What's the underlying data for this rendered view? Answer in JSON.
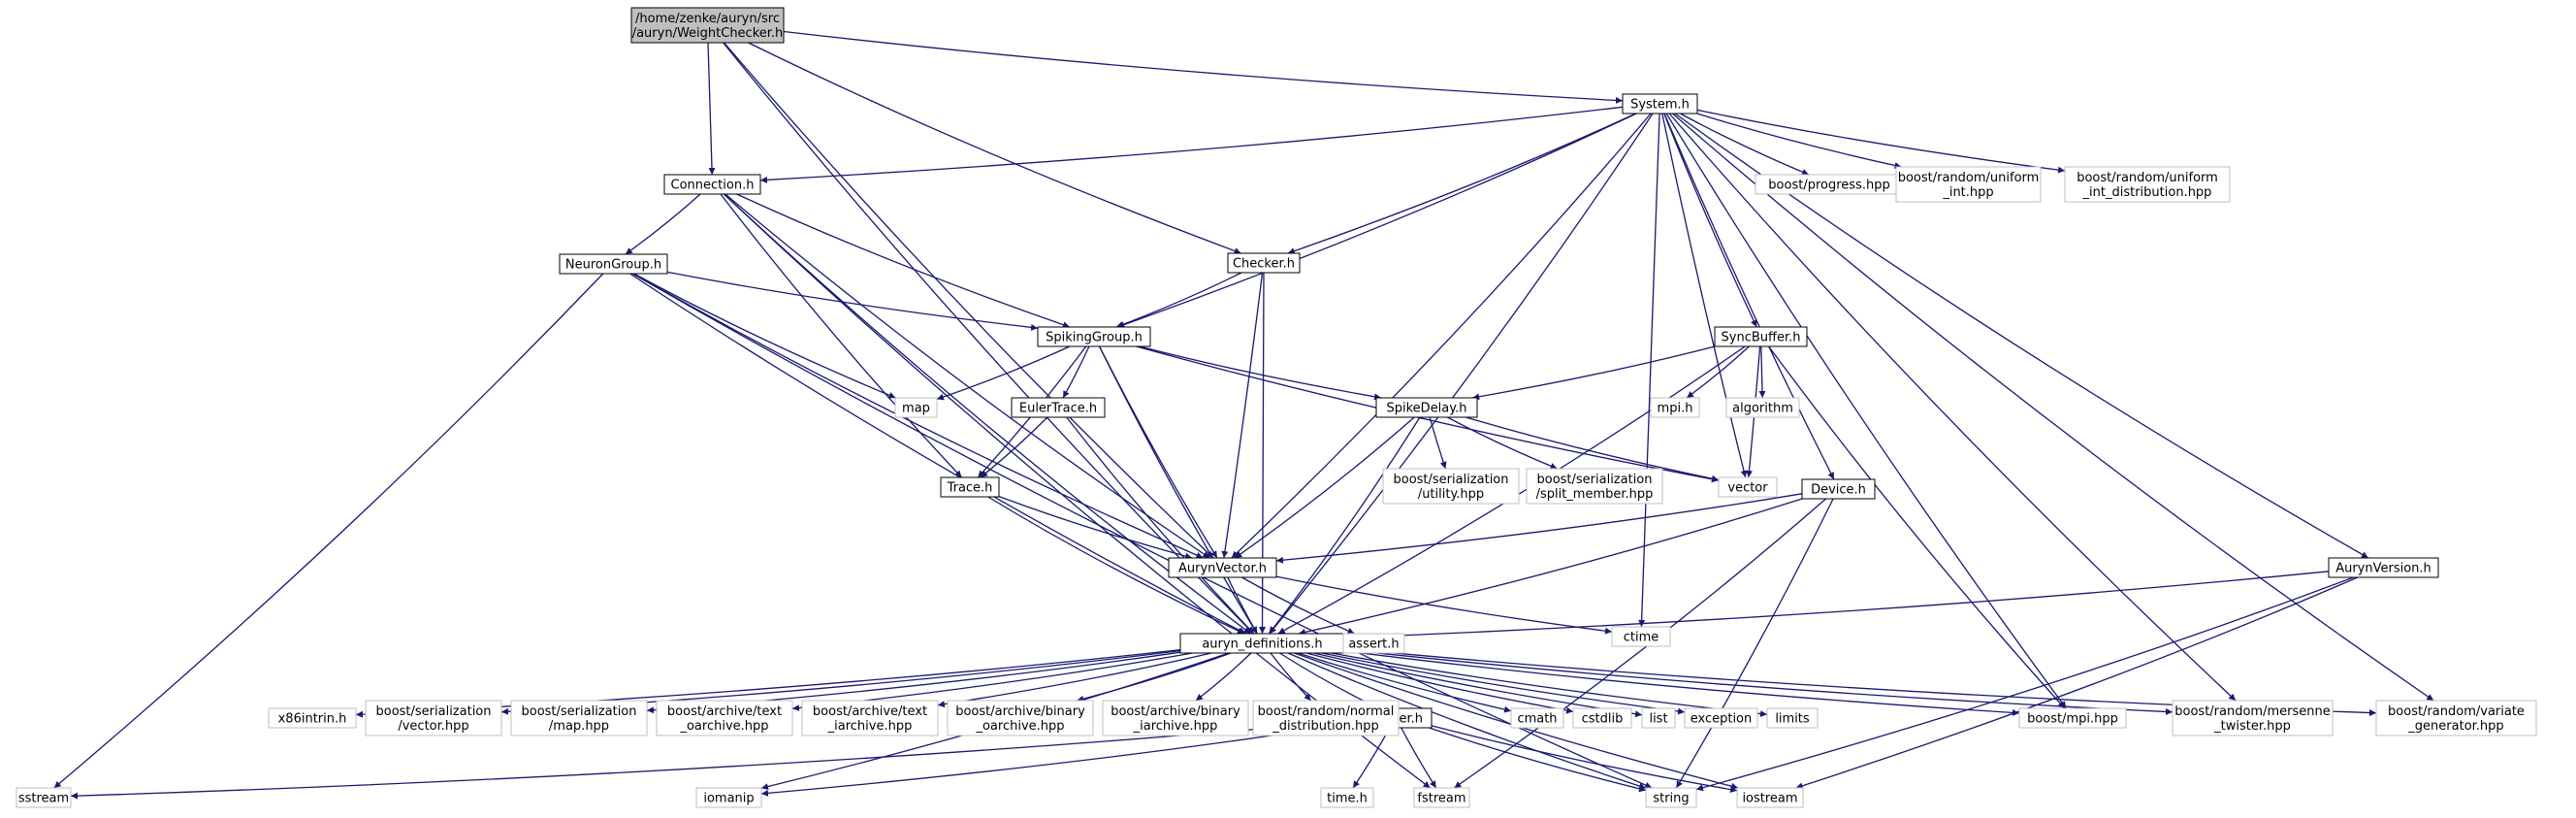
{
  "diagram": {
    "colors": {
      "edge": "#191970",
      "project_border": "#000000",
      "system_border": "#bfbfbf",
      "root_fill": "#bfbfbf"
    },
    "nodes": [
      {
        "id": "weightchecker",
        "kind": "root",
        "lines": [
          "/home/zenke/auryn/src",
          "/auryn/WeightChecker.h"
        ]
      },
      {
        "id": "system",
        "kind": "project",
        "lines": [
          "System.h"
        ]
      },
      {
        "id": "connection",
        "kind": "project",
        "lines": [
          "Connection.h"
        ]
      },
      {
        "id": "checker",
        "kind": "project",
        "lines": [
          "Checker.h"
        ]
      },
      {
        "id": "neurongroup",
        "kind": "project",
        "lines": [
          "NeuronGroup.h"
        ]
      },
      {
        "id": "spikinggroup",
        "kind": "project",
        "lines": [
          "SpikingGroup.h"
        ]
      },
      {
        "id": "synсbuffer",
        "kind": "project",
        "lines": [
          "SyncBuffer.h"
        ]
      },
      {
        "id": "eulertrace",
        "kind": "project",
        "lines": [
          "EulerTrace.h"
        ]
      },
      {
        "id": "spikedelay",
        "kind": "project",
        "lines": [
          "SpikeDelay.h"
        ]
      },
      {
        "id": "trace",
        "kind": "project",
        "lines": [
          "Trace.h"
        ]
      },
      {
        "id": "device",
        "kind": "project",
        "lines": [
          "Device.h"
        ]
      },
      {
        "id": "aurynversion",
        "kind": "project",
        "lines": [
          "AurynVersion.h"
        ]
      },
      {
        "id": "aurynvector",
        "kind": "project",
        "lines": [
          "AurynVector.h"
        ]
      },
      {
        "id": "auryndefs",
        "kind": "project",
        "lines": [
          "auryn_definitions.h"
        ]
      },
      {
        "id": "logger",
        "kind": "project",
        "lines": [
          "Logger.h"
        ]
      },
      {
        "id": "progress",
        "kind": "system",
        "lines": [
          "boost/progress.hpp"
        ]
      },
      {
        "id": "uniformint",
        "kind": "system",
        "lines": [
          "boost/random/uniform",
          "_int.hpp"
        ]
      },
      {
        "id": "uniformintdist",
        "kind": "system",
        "lines": [
          "boost/random/uniform",
          "_int_distribution.hpp"
        ]
      },
      {
        "id": "map",
        "kind": "system",
        "lines": [
          "map"
        ]
      },
      {
        "id": "mpih",
        "kind": "system",
        "lines": [
          "mpi.h"
        ]
      },
      {
        "id": "algorithm",
        "kind": "system",
        "lines": [
          "algorithm"
        ]
      },
      {
        "id": "vector",
        "kind": "system",
        "lines": [
          "vector"
        ]
      },
      {
        "id": "serutility",
        "kind": "system",
        "lines": [
          "boost/serialization",
          "/utility.hpp"
        ]
      },
      {
        "id": "sersplit",
        "kind": "system",
        "lines": [
          "boost/serialization",
          "/split_member.hpp"
        ]
      },
      {
        "id": "asserth",
        "kind": "system",
        "lines": [
          "assert.h"
        ]
      },
      {
        "id": "ctime",
        "kind": "system",
        "lines": [
          "ctime"
        ]
      },
      {
        "id": "x86intrin",
        "kind": "system",
        "lines": [
          "x86intrin.h"
        ]
      },
      {
        "id": "servector",
        "kind": "system",
        "lines": [
          "boost/serialization",
          "/vector.hpp"
        ]
      },
      {
        "id": "sermap",
        "kind": "system",
        "lines": [
          "boost/serialization",
          "/map.hpp"
        ]
      },
      {
        "id": "textoarchive",
        "kind": "system",
        "lines": [
          "boost/archive/text",
          "_oarchive.hpp"
        ]
      },
      {
        "id": "textiarchive",
        "kind": "system",
        "lines": [
          "boost/archive/text",
          "_iarchive.hpp"
        ]
      },
      {
        "id": "binoarchive",
        "kind": "system",
        "lines": [
          "boost/archive/binary",
          "_oarchive.hpp"
        ]
      },
      {
        "id": "biniarchive",
        "kind": "system",
        "lines": [
          "boost/archive/binary",
          "_iarchive.hpp"
        ]
      },
      {
        "id": "normaldist",
        "kind": "system",
        "lines": [
          "boost/random/normal",
          "_distribution.hpp"
        ]
      },
      {
        "id": "cmath",
        "kind": "system",
        "lines": [
          "cmath"
        ]
      },
      {
        "id": "cstdlib",
        "kind": "system",
        "lines": [
          "cstdlib"
        ]
      },
      {
        "id": "list",
        "kind": "system",
        "lines": [
          "list"
        ]
      },
      {
        "id": "exception",
        "kind": "system",
        "lines": [
          "exception"
        ]
      },
      {
        "id": "limits",
        "kind": "system",
        "lines": [
          "limits"
        ]
      },
      {
        "id": "mpihpp",
        "kind": "system",
        "lines": [
          "boost/mpi.hpp"
        ]
      },
      {
        "id": "mersenne",
        "kind": "system",
        "lines": [
          "boost/random/mersenne",
          "_twister.hpp"
        ]
      },
      {
        "id": "variategen",
        "kind": "system",
        "lines": [
          "boost/random/variate",
          "_generator.hpp"
        ]
      },
      {
        "id": "sstream",
        "kind": "system",
        "lines": [
          "sstream"
        ]
      },
      {
        "id": "iomanip",
        "kind": "system",
        "lines": [
          "iomanip"
        ]
      },
      {
        "id": "timeh",
        "kind": "system",
        "lines": [
          "time.h"
        ]
      },
      {
        "id": "fstream",
        "kind": "system",
        "lines": [
          "fstream"
        ]
      },
      {
        "id": "string",
        "kind": "system",
        "lines": [
          "string"
        ]
      },
      {
        "id": "iostream",
        "kind": "system",
        "lines": [
          "iostream"
        ]
      }
    ],
    "edges": [
      [
        "weightchecker",
        "system"
      ],
      [
        "weightchecker",
        "connection"
      ],
      [
        "weightchecker",
        "checker"
      ],
      [
        "weightchecker",
        "aurynvector"
      ],
      [
        "weightchecker",
        "auryndefs"
      ],
      [
        "system",
        "connection"
      ],
      [
        "system",
        "checker"
      ],
      [
        "system",
        "spikinggroup"
      ],
      [
        "system",
        "aurynvector"
      ],
      [
        "system",
        "auryndefs"
      ],
      [
        "system",
        "synсbuffer"
      ],
      [
        "system",
        "device"
      ],
      [
        "system",
        "aurynversion"
      ],
      [
        "system",
        "vector"
      ],
      [
        "system",
        "ctime"
      ],
      [
        "system",
        "progress"
      ],
      [
        "system",
        "uniformint"
      ],
      [
        "system",
        "uniformintdist"
      ],
      [
        "system",
        "mpihpp"
      ],
      [
        "system",
        "mersenne"
      ],
      [
        "system",
        "variategen"
      ],
      [
        "connection",
        "neurongroup"
      ],
      [
        "connection",
        "spikinggroup"
      ],
      [
        "connection",
        "trace"
      ],
      [
        "connection",
        "aurynvector"
      ],
      [
        "connection",
        "auryndefs"
      ],
      [
        "connection",
        "fstream"
      ],
      [
        "neurongroup",
        "spikinggroup"
      ],
      [
        "neurongroup",
        "map"
      ],
      [
        "neurongroup",
        "aurynvector"
      ],
      [
        "neurongroup",
        "auryndefs"
      ],
      [
        "neurongroup",
        "sstream"
      ],
      [
        "neurongroup",
        "string"
      ],
      [
        "checker",
        "spikinggroup"
      ],
      [
        "checker",
        "aurynvector"
      ],
      [
        "checker",
        "auryndefs"
      ],
      [
        "spikinggroup",
        "map"
      ],
      [
        "spikinggroup",
        "eulertrace"
      ],
      [
        "spikinggroup",
        "trace"
      ],
      [
        "spikinggroup",
        "spikedelay"
      ],
      [
        "spikinggroup",
        "aurynvector"
      ],
      [
        "spikinggroup",
        "auryndefs"
      ],
      [
        "spikinggroup",
        "vector"
      ],
      [
        "eulertrace",
        "trace"
      ],
      [
        "eulertrace",
        "auryndefs"
      ],
      [
        "trace",
        "aurynvector"
      ],
      [
        "trace",
        "auryndefs"
      ],
      [
        "spikedelay",
        "serutility"
      ],
      [
        "spikedelay",
        "sersplit"
      ],
      [
        "spikedelay",
        "vector"
      ],
      [
        "spikedelay",
        "aurynvector"
      ],
      [
        "spikedelay",
        "auryndefs"
      ],
      [
        "synсbuffer",
        "spikedelay"
      ],
      [
        "synсbuffer",
        "mpih"
      ],
      [
        "synсbuffer",
        "algorithm"
      ],
      [
        "synсbuffer",
        "vector"
      ],
      [
        "synсbuffer",
        "auryndefs"
      ],
      [
        "synсbuffer",
        "mpihpp"
      ],
      [
        "device",
        "aurynvector"
      ],
      [
        "device",
        "auryndefs"
      ],
      [
        "device",
        "fstream"
      ],
      [
        "device",
        "string"
      ],
      [
        "aurynversion",
        "auryndefs"
      ],
      [
        "aurynversion",
        "string"
      ],
      [
        "aurynversion",
        "iostream"
      ],
      [
        "aurynvector",
        "auryndefs"
      ],
      [
        "aurynvector",
        "asserth"
      ],
      [
        "aurynvector",
        "ctime"
      ],
      [
        "auryndefs",
        "x86intrin"
      ],
      [
        "auryndefs",
        "servector"
      ],
      [
        "auryndefs",
        "sermap"
      ],
      [
        "auryndefs",
        "textoarchive"
      ],
      [
        "auryndefs",
        "textiarchive"
      ],
      [
        "auryndefs",
        "binoarchive"
      ],
      [
        "auryndefs",
        "biniarchive"
      ],
      [
        "auryndefs",
        "normaldist"
      ],
      [
        "auryndefs",
        "logger"
      ],
      [
        "auryndefs",
        "cmath"
      ],
      [
        "auryndefs",
        "cstdlib"
      ],
      [
        "auryndefs",
        "list"
      ],
      [
        "auryndefs",
        "exception"
      ],
      [
        "auryndefs",
        "limits"
      ],
      [
        "auryndefs",
        "mpihpp"
      ],
      [
        "auryndefs",
        "mersenne"
      ],
      [
        "auryndefs",
        "variategen"
      ],
      [
        "auryndefs",
        "iomanip"
      ],
      [
        "auryndefs",
        "string"
      ],
      [
        "auryndefs",
        "iostream"
      ],
      [
        "logger",
        "sstream"
      ],
      [
        "logger",
        "iomanip"
      ],
      [
        "logger",
        "timeh"
      ],
      [
        "logger",
        "fstream"
      ],
      [
        "logger",
        "string"
      ],
      [
        "logger",
        "iostream"
      ]
    ]
  }
}
